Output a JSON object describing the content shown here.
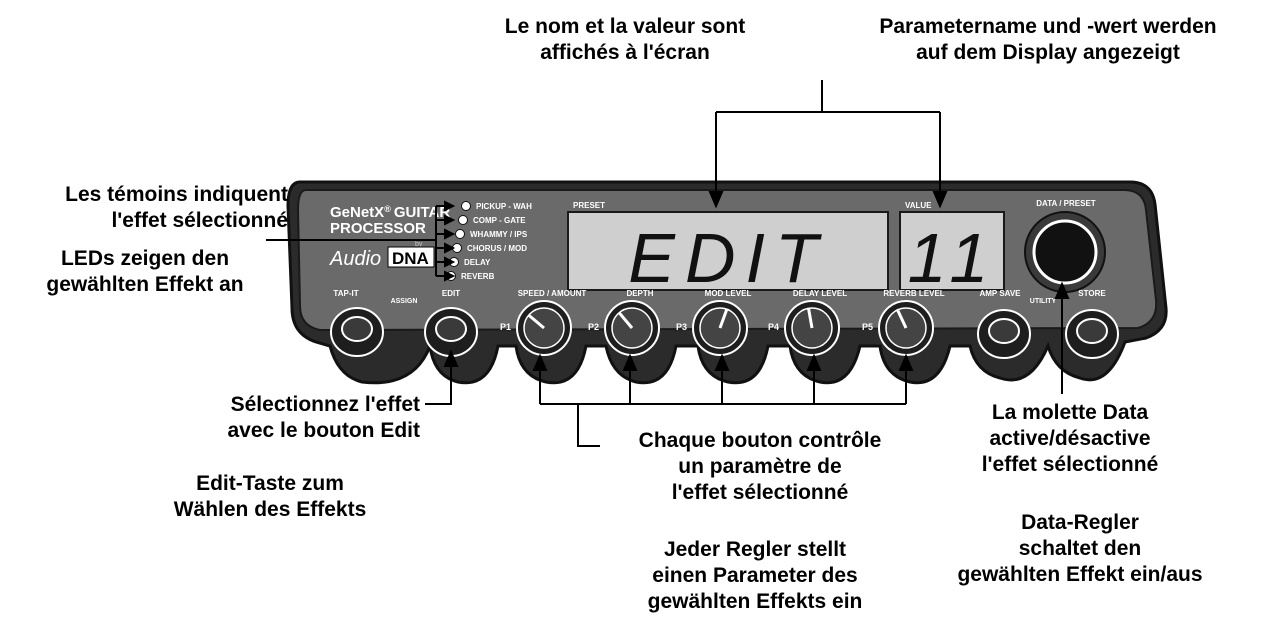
{
  "device": {
    "brand_line1": "GeNetX",
    "brand_tm": "®",
    "brand_line1b": "GUITAR",
    "brand_line2": "PROCESSOR",
    "logo_script": "Audio",
    "logo_box": "DNA",
    "logo_by": "by",
    "effect_leds": [
      "PICKUP - WAH",
      "COMP - GATE",
      "WHAMMY / IPS",
      "CHORUS / MOD",
      "DELAY",
      "REVERB"
    ],
    "preset_label": "PRESET",
    "preset_display": "EDIT",
    "value_label": "VALUE",
    "value_display": "11",
    "data_preset_label": "DATA / PRESET",
    "tap_it_label": "TAP-IT",
    "assign_label": "ASSIGN",
    "edit_label": "EDIT",
    "amp_save_label": "AMP SAVE",
    "utility_label": "UTILITY",
    "store_label": "STORE",
    "knobs": [
      {
        "p": "P1",
        "label": "SPEED / AMOUNT"
      },
      {
        "p": "P2",
        "label": "DEPTH"
      },
      {
        "p": "P3",
        "label": "MOD LEVEL"
      },
      {
        "p": "P4",
        "label": "DELAY LEVEL"
      },
      {
        "p": "P5",
        "label": "REVERB LEVEL"
      }
    ]
  },
  "callouts": {
    "display_fr": "Le nom et la valeur sont\naffichés à l'écran",
    "display_de": "Parametername und -wert werden\nauf dem Display angezeigt",
    "leds_fr": "Les témoins indiquent\nl'effet sélectionné",
    "leds_de": "LEDs zeigen den\ngewählten Effekt an",
    "edit_fr": "Sélectionnez l'effet\navec le bouton Edit",
    "edit_de": "Edit-Taste zum\nWählen des Effekts",
    "knobs_fr": "Chaque bouton contrôle\nun paramètre de\nl'effet sélectionné",
    "knobs_de": "Jeder Regler stellt\neinen Parameter des\ngewählten Effekts ein",
    "data_fr": "La molette Data\nactive/désactive\nl'effet sélectionné",
    "data_de": "Data-Regler\nschaltet den\ngewählten Effekt ein/aus"
  }
}
